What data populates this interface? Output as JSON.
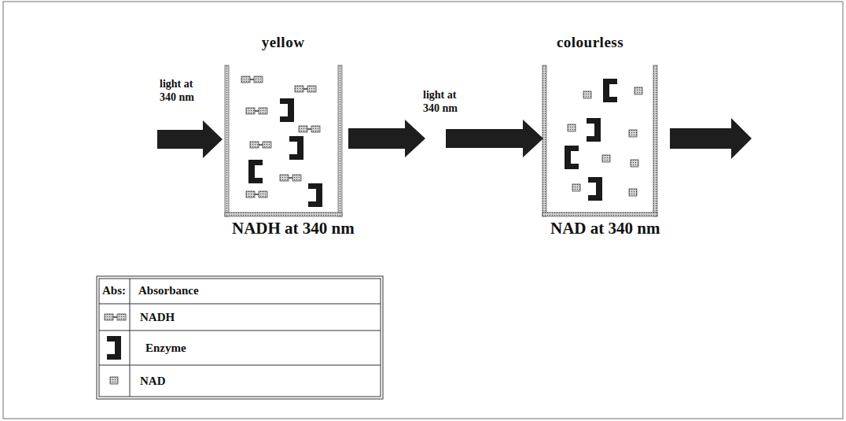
{
  "diagram": {
    "nodes": [
      {
        "text": [
          "yellow",
          "NADH at 340 nm"
        ]
      },
      {
        "text": [
          "colourless",
          "NAD at 340 nm"
        ]
      }
    ],
    "labels": [
      "Abs:",
      "Absorbance",
      "light at 340 nm",
      "light at 340 nm"
    ],
    "legend": [
      {
        "text": "NADH"
      },
      {
        "text": "Enzyme"
      },
      {
        "text": "NAD"
      }
    ]
  }
}
